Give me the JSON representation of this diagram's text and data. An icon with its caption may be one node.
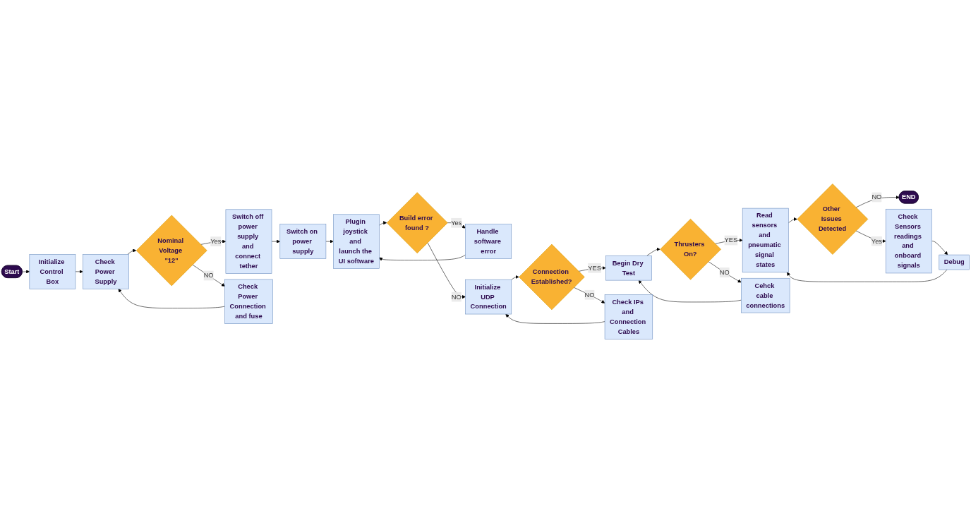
{
  "diagram": {
    "nodes": [
      {
        "text": [
          "Start"
        ]
      },
      {
        "text": [
          "Initialize Control Box"
        ]
      },
      {
        "text": [
          "Check Power Supply"
        ]
      },
      {
        "text": [
          "Nominal Voltage \"12\""
        ]
      },
      {
        "text": [
          "Switch off power supply and connect tether"
        ]
      },
      {
        "text": [
          "Check Power Connection and fuse"
        ]
      },
      {
        "text": [
          "END"
        ]
      },
      {
        "text": [
          "Other Issues Detected"
        ]
      },
      {
        "text": [
          "Switch on power supply"
        ]
      },
      {
        "text": [
          "Handle software error"
        ]
      },
      {
        "text": [
          "Build error found ?"
        ]
      },
      {
        "text": [
          "Plugin joystick and launch the UI software"
        ]
      },
      {
        "text": [
          "Read sensors and pneumatic signal states"
        ]
      },
      {
        "text": [
          "Check Sensors readings and onboard signals"
        ]
      },
      {
        "text": [
          "Thrusters On?"
        ]
      },
      {
        "text": [
          "Begin Dry Test"
        ]
      },
      {
        "text": [
          "Initialize UDP Connection"
        ]
      },
      {
        "text": [
          "Check IPs and Connection Cables"
        ]
      },
      {
        "text": [
          "Connection Established?"
        ]
      },
      {
        "text": [
          "Debug"
        ]
      },
      {
        "text": [
          "Cehck cable connections"
        ]
      }
    ],
    "edges": [
      {
        "from": 0,
        "to": 1,
        "arrow": "to"
      },
      {
        "from": 1,
        "to": 2,
        "arrow": "to"
      },
      {
        "from": 2,
        "to": 3,
        "arrow": "to"
      },
      {
        "from": 3,
        "to": 4,
        "arrow": "to",
        "label": "Yes"
      },
      {
        "from": 3,
        "to": 5,
        "arrow": "to",
        "label": "NO"
      },
      {
        "from": 5,
        "to": 2,
        "arrow": "to"
      },
      {
        "from": 4,
        "to": 8,
        "arrow": "to"
      },
      {
        "from": 8,
        "to": 11,
        "arrow": "to"
      },
      {
        "from": 9,
        "to": 11,
        "arrow": "to"
      },
      {
        "from": 11,
        "to": 10,
        "arrow": "to"
      },
      {
        "from": 10,
        "to": 9,
        "arrow": "to",
        "label": "Yes"
      },
      {
        "from": 10,
        "to": 16,
        "arrow": "to",
        "label": "NO"
      },
      {
        "from": 17,
        "to": 16,
        "arrow": "to"
      },
      {
        "from": 16,
        "to": 18,
        "arrow": "to"
      },
      {
        "from": 18,
        "to": 17,
        "arrow": "to",
        "label": "NO"
      },
      {
        "from": 18,
        "to": 15,
        "arrow": "to",
        "label": "YES"
      },
      {
        "from": 15,
        "to": 14,
        "arrow": "to"
      },
      {
        "from": 14,
        "to": 12,
        "arrow": "to",
        "label": "YES"
      },
      {
        "from": 14,
        "to": 20,
        "arrow": "to",
        "label": "NO"
      },
      {
        "from": 20,
        "to": 15,
        "arrow": "to"
      },
      {
        "from": 12,
        "to": 7,
        "arrow": "to"
      },
      {
        "from": 7,
        "to": 6,
        "arrow": "to",
        "label": "NO"
      },
      {
        "from": 7,
        "to": 13,
        "arrow": "to",
        "label": "Yes"
      },
      {
        "from": 13,
        "to": 19,
        "arrow": "to"
      },
      {
        "from": 19,
        "to": 12,
        "arrow": "to"
      }
    ]
  }
}
